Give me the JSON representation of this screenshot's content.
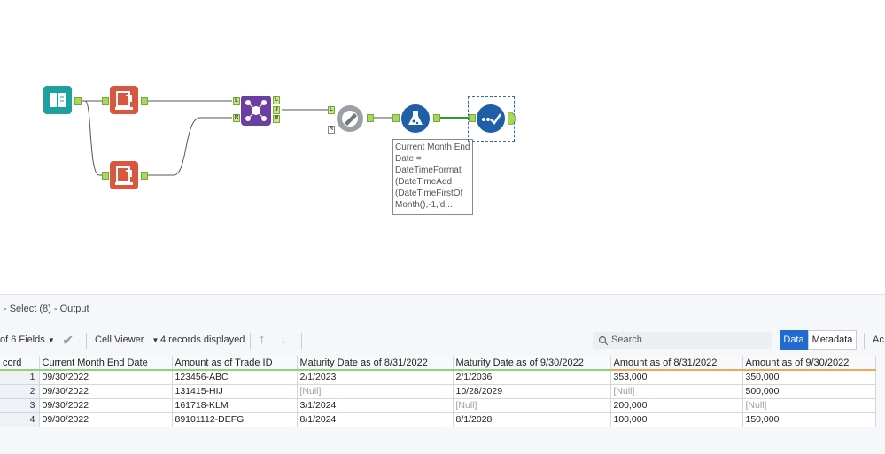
{
  "workflow": {
    "annotation_text": "Current Month End Date = DateTimeFormat (DateTimeAdd (DateTimeFirstOf Month(),-1,'d...",
    "join_anchors": {
      "left": "L",
      "right": "R",
      "out_left": "L",
      "out_join": "J",
      "out_right": "R"
    },
    "formula_anchor": "L",
    "formula_anchor_r": "R"
  },
  "results": {
    "title": "- Select (8) - Output",
    "fields_label": "of 6 Fields",
    "cell_viewer_label": "Cell Viewer",
    "records_label": "4 records displayed",
    "search_placeholder": "Search",
    "data_button": "Data",
    "metadata_button": "Metadata",
    "actions_label": "Ac",
    "columns": [
      "cord",
      "Current Month End Date",
      "Amount as of Trade ID",
      "Maturity Date as of 8/31/2022",
      "Maturity Date as of 9/30/2022",
      "Amount as of 8/31/2022",
      "Amount as of 9/30/2022"
    ],
    "rows": [
      [
        "1",
        "09/30/2022",
        "123456-ABC",
        "2/1/2023",
        "2/1/2036",
        "353,000",
        "350,000"
      ],
      [
        "2",
        "09/30/2022",
        "131415-HIJ",
        "[Null]",
        "10/28/2029",
        "[Null]",
        "500,000"
      ],
      [
        "3",
        "09/30/2022",
        "161718-KLM",
        "3/1/2024",
        "[Null]",
        "200,000",
        "[Null]"
      ],
      [
        "4",
        "09/30/2022",
        "89101112-DEFG",
        "8/1/2024",
        "8/1/2028",
        "100,000",
        "150,000"
      ]
    ]
  }
}
